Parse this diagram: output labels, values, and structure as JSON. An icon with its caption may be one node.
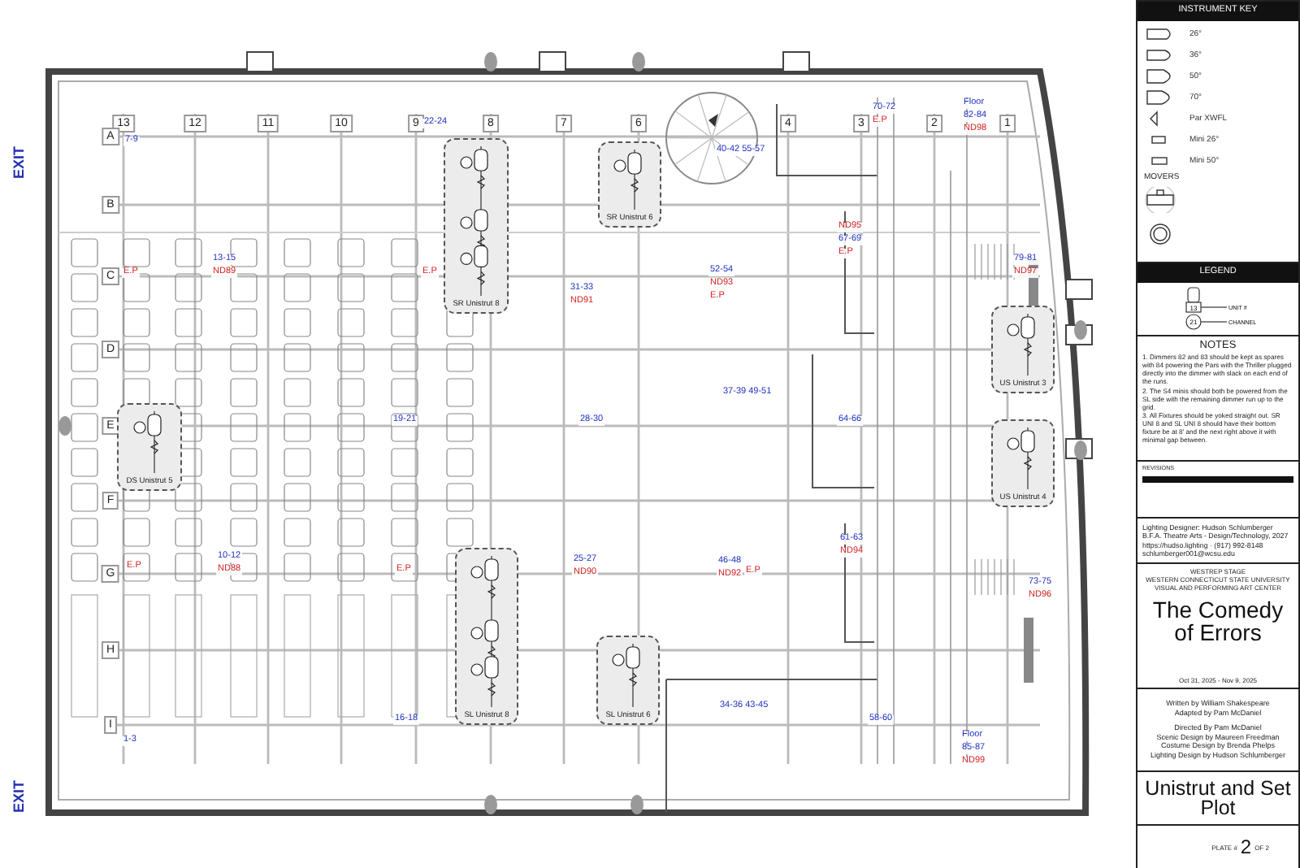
{
  "diagram": {
    "title": "Unistrut and Set Plot",
    "nodes": [
      {
        "text": [
          "SR Unistrut 8"
        ]
      },
      {
        "text": [
          "SR Unistrut 6"
        ]
      },
      {
        "text": [
          "US Unistrut 3"
        ]
      },
      {
        "text": [
          "DS Unistrut 5"
        ]
      },
      {
        "text": [
          "US Unistrut 4"
        ]
      },
      {
        "text": [
          "SL Unistrut 8"
        ]
      },
      {
        "text": [
          "SL Unistrut 6"
        ]
      }
    ],
    "labels": [
      "EXIT",
      "EXIT",
      "13",
      "12",
      "11",
      "10",
      "9",
      "8",
      "7",
      "6",
      "4",
      "3",
      "2",
      "1",
      "A",
      "B",
      "C",
      "D",
      "E",
      "F",
      "G",
      "H",
      "I",
      "7-9",
      "22-24",
      "70-72",
      "E.P",
      "Floor",
      "82-84",
      "ND98",
      "40-42 55-57",
      "E.P",
      "13-15",
      "ND89",
      "E.P",
      "ND95",
      "67-69",
      "E.P",
      "31-33",
      "ND91",
      "52-54",
      "ND93",
      "E.P",
      "79-81",
      "ND97",
      "37-39 49-51",
      "19-21",
      "28-30",
      "64-66",
      "E.P",
      "10-12",
      "ND88",
      "E.P",
      "25-27",
      "ND90",
      "46-48",
      "ND92",
      "E.P",
      "61-63",
      "ND94",
      "73-75",
      "ND96",
      "16-18",
      "34-36 43-45",
      "58-60",
      "1-3",
      "Floor",
      "85-87",
      "ND99",
      "INSTRUMENT KEY",
      "26°",
      "36°",
      "50°",
      "70°",
      "Par XWFL",
      "Mini 26°",
      "Mini 50°",
      "MOVERS",
      "LEGEND",
      "13",
      "UNIT #",
      "21",
      "CHANNEL",
      "NOTES",
      "1. Dimmers 82 and 83 should be kept as spares with 84 powering the Pars with the Thriller plugged directly into the dimmer with slack on each end of the runs.",
      "2. The S4 minis should both be powered from the SL side with the remaining dimmer run up to the grid.",
      "3. All Fixtures should be yoked straight out. SR UNI 8 and SL UNI 8 should have their bottom fixture be at 8' and the next right above it with minimal gap between.",
      "REVISIONS",
      "Lighting Designer: Hudson Schlumberger",
      "B.F.A. Theatre Arts - Design/Technology, 2027",
      "https://hudso.lighting · (917) 992-8148",
      "schlumberger001@wcsu.edu",
      "WESTREP STAGE",
      "WESTERN CONNECTICUT STATE UNIVERSITY",
      "VISUAL AND PERFORMING ART CENTER",
      "The Comedy of Errors",
      "Oct 31, 2025 - Nov 9, 2025",
      "Written by William Shakespeare",
      "Adapted by Pam McDaniel",
      "Directed By Pam McDaniel",
      "Scenic Design by Maureen Freedman",
      "Costume Design by Brenda Phelps",
      "Lighting Design by Hudson Schlumberger",
      "PLATE #",
      "2",
      "OF 2"
    ]
  }
}
